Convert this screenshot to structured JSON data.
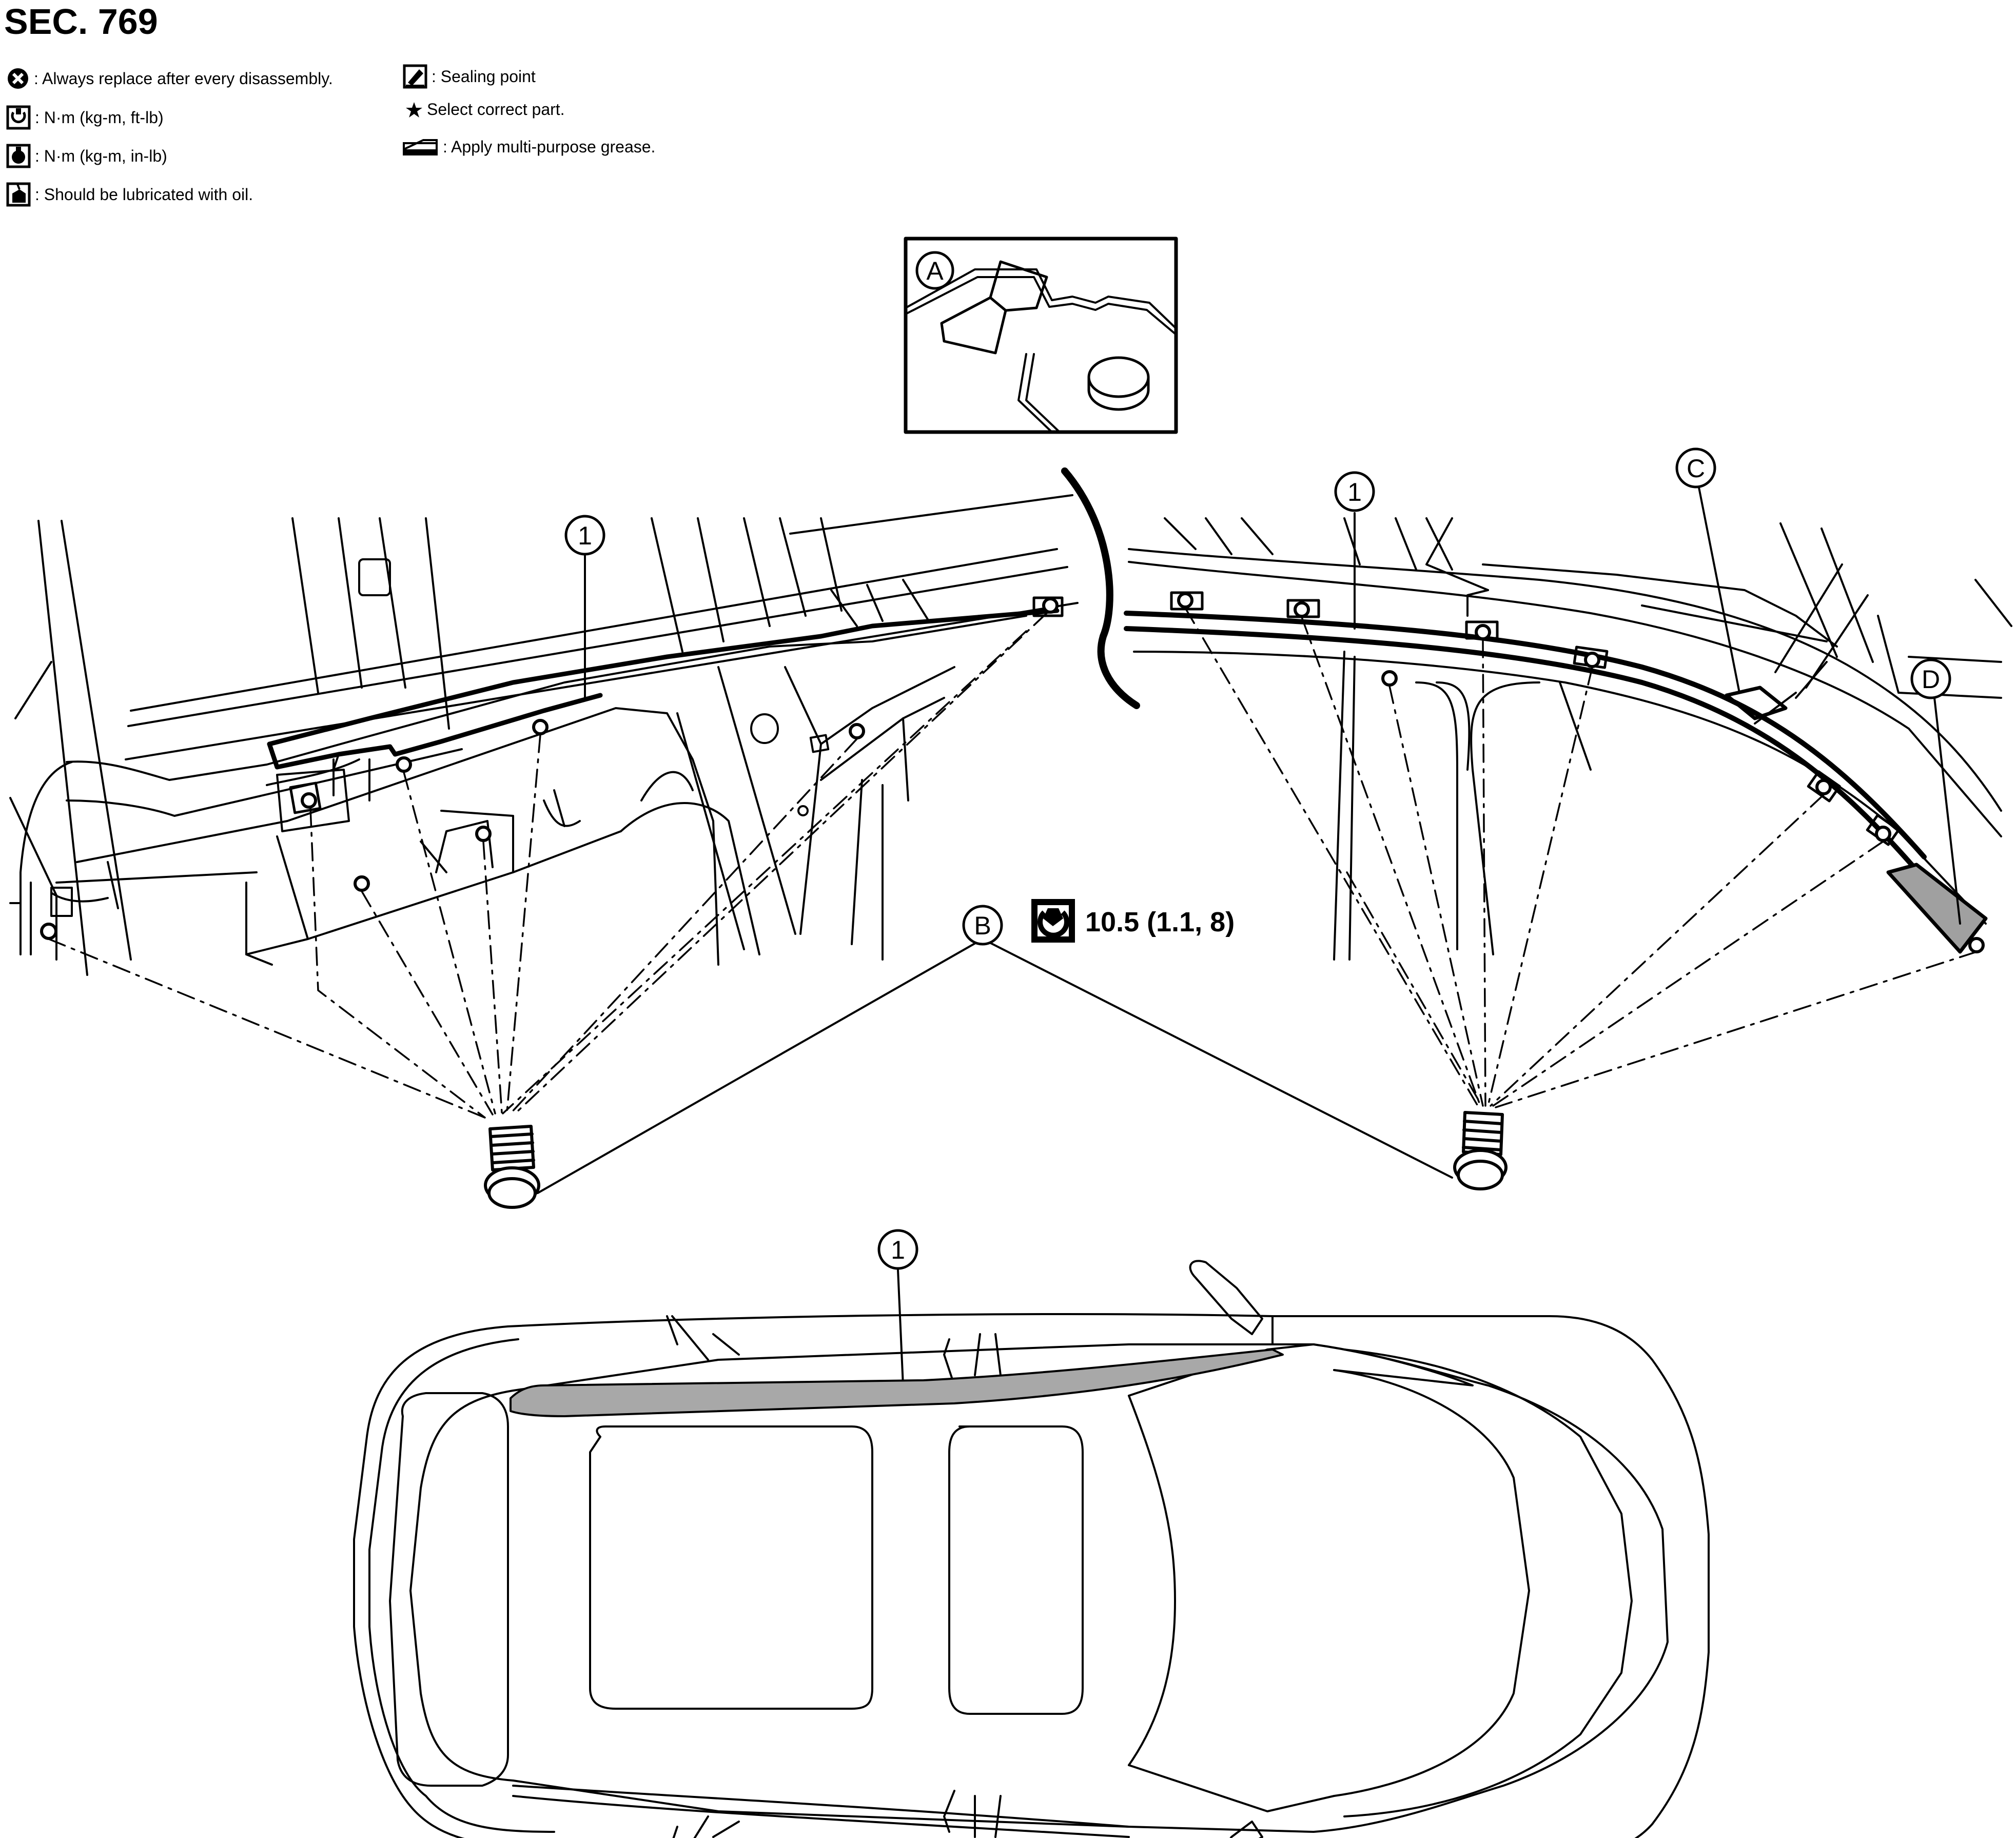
{
  "title": "SEC. 769",
  "legend": {
    "replace": ": Always replace after every disassembly.",
    "torque_ftlb": ": N·m (kg-m, ft-lb)",
    "torque_inlb": ": N·m (kg-m, in-lb)",
    "lubricate": ": Should be lubricated with oil.",
    "sealing": ": Sealing point",
    "select": "Select correct part.",
    "grease": ": Apply multi-purpose grease."
  },
  "callouts": {
    "part1": "1",
    "A": "A",
    "B": "B",
    "C": "C",
    "D": "D"
  },
  "torque_value": "10.5 (1.1, 8)",
  "icons": [
    "replace-icon",
    "torque-ftlb-icon",
    "torque-inlb-icon",
    "oil-can-icon",
    "sealing-point-icon",
    "star-icon",
    "grease-icon",
    "torque-wrench-icon",
    "bolt-icon"
  ]
}
